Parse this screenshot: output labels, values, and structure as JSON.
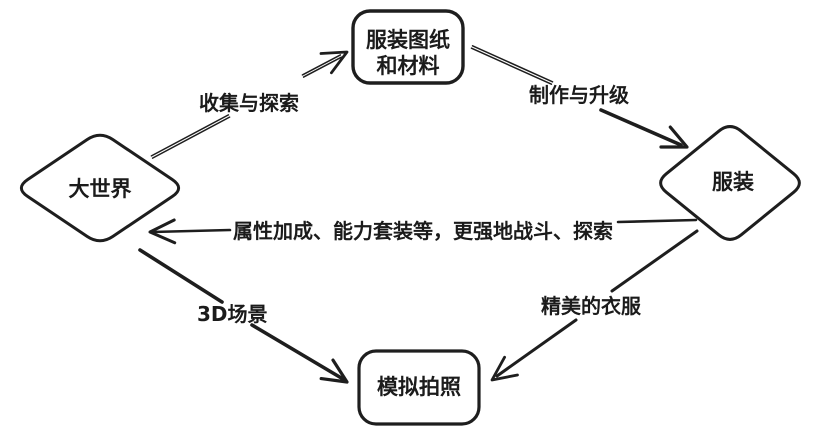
{
  "diagram": {
    "background": "#ffffff",
    "stroke_color": "#1e1e1e",
    "text_color": "#1b1b1b",
    "nodes": {
      "big_world": {
        "label": "大世界",
        "shape": "diamond"
      },
      "blueprints": {
        "lines": [
          "服装图纸",
          "和材料"
        ],
        "shape": "rounded-rectangle"
      },
      "clothing": {
        "label": "服装",
        "shape": "diamond"
      },
      "photo_sim": {
        "label": "模拟拍照",
        "shape": "rounded-rectangle"
      }
    },
    "edges": {
      "collect": {
        "label": "收集与探索",
        "from": "big_world",
        "to": "blueprints"
      },
      "craft": {
        "label": "制作与升级",
        "from": "blueprints",
        "to": "clothing"
      },
      "buffs": {
        "label": "属性加成、能力套装等，更强地战斗、探索",
        "from": "clothing",
        "to": "big_world"
      },
      "scene3d": {
        "label": "3D场景",
        "from": "big_world",
        "to": "photo_sim"
      },
      "fine_clothes": {
        "label": "精美的衣服",
        "from": "clothing",
        "to": "photo_sim"
      }
    }
  }
}
